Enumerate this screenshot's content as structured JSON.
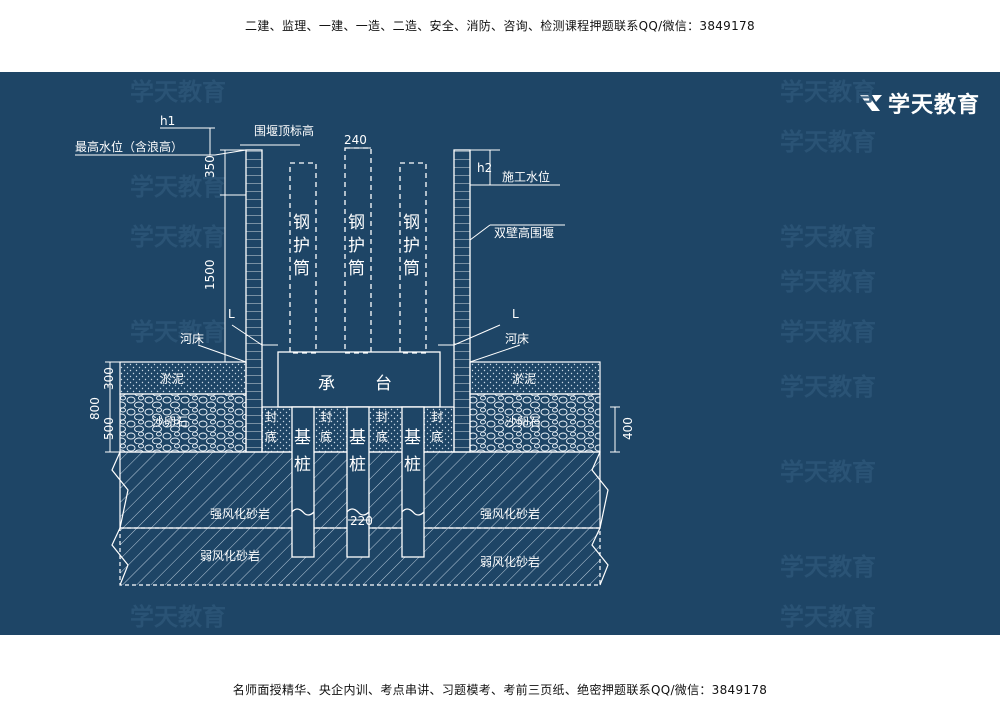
{
  "header": {
    "top_text": "二建、监理、一建、一造、二造、安全、消防、咨询、检测课程押题联系QQ/微信：3849178"
  },
  "footer": {
    "bottom_text": "名师面授精华、央企内训、考点串讲、习题模考、考前三页纸、绝密押题联系QQ/微信：3849178"
  },
  "brand": {
    "logo_text": "学天教育",
    "watermark_text": "学天教育",
    "panel_color": "#1e4566"
  },
  "diagram": {
    "labels": {
      "h1": "h1",
      "max_water": "最高水位（含浪高）",
      "cofferdam_top": "围堰顶标高",
      "dim_240": "240",
      "h2": "h2",
      "construction_water": "施工水位",
      "double_wall": "双壁高围堰",
      "dim_350": "350",
      "dim_1500": "1500",
      "L_left": "L",
      "L_right": "L",
      "riverbed_left": "河床",
      "riverbed_right": "河床",
      "dim_800": "800",
      "dim_300": "300",
      "dim_500": "500",
      "dim_400": "400",
      "silt_left": "淤泥",
      "silt_right": "淤泥",
      "gravel_left": "沙卵石",
      "gravel_right": "沙卵石",
      "cap_char1": "承",
      "cap_char2": "台",
      "seal_char1": "封",
      "seal_char2": "底",
      "pile_char1": "基",
      "pile_char2": "桩",
      "casing_char1": "钢",
      "casing_char2": "护",
      "casing_char3": "筒",
      "strong_left": "强风化砂岩",
      "strong_right": "强风化砂岩",
      "weak_left": "弱风化砂岩",
      "weak_right": "弱风化砂岩",
      "dim_220": "220"
    }
  }
}
